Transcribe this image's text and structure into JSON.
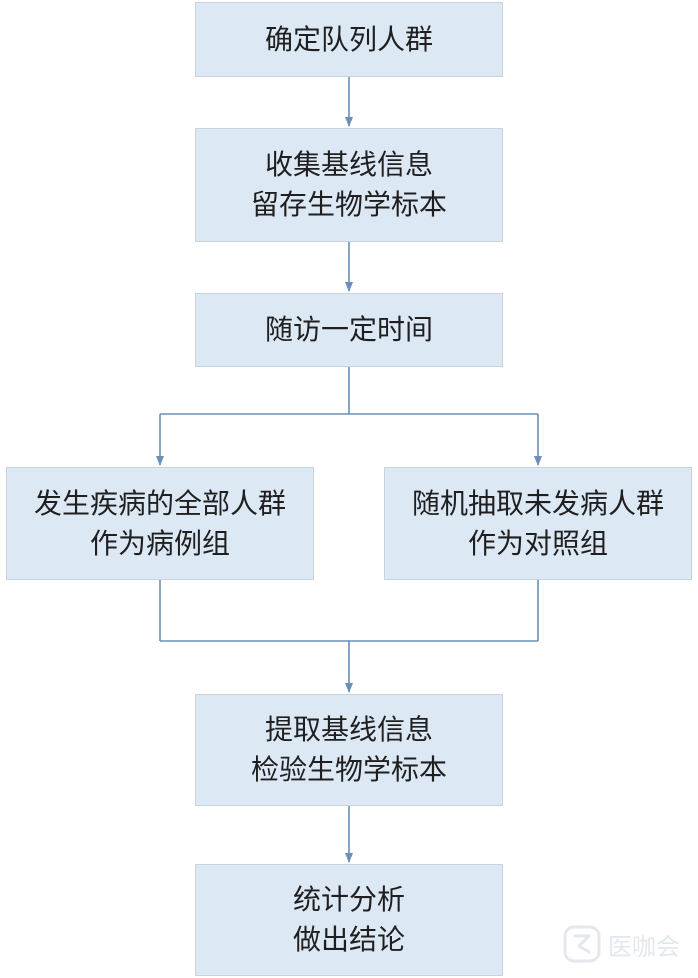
{
  "nodes": {
    "cohort": {
      "line1": "确定队列人群"
    },
    "baseline": {
      "line1": "收集基线信息",
      "line2": "留存生物学标本"
    },
    "followup": {
      "line1": "随访一定时间"
    },
    "cases": {
      "line1": "发生疾病的全部人群",
      "line2": "作为病例组"
    },
    "controls": {
      "line1": "随机抽取未发病人群",
      "line2": "作为对照组"
    },
    "extract": {
      "line1": "提取基线信息",
      "line2": "检验生物学标本"
    },
    "analysis": {
      "line1": "统计分析",
      "line2": "做出结论"
    }
  },
  "watermark": {
    "text": "医咖会"
  },
  "colors": {
    "box_fill": "#dde8f5",
    "box_border": "#c9d3dd",
    "connector": "#6b8fb5"
  }
}
